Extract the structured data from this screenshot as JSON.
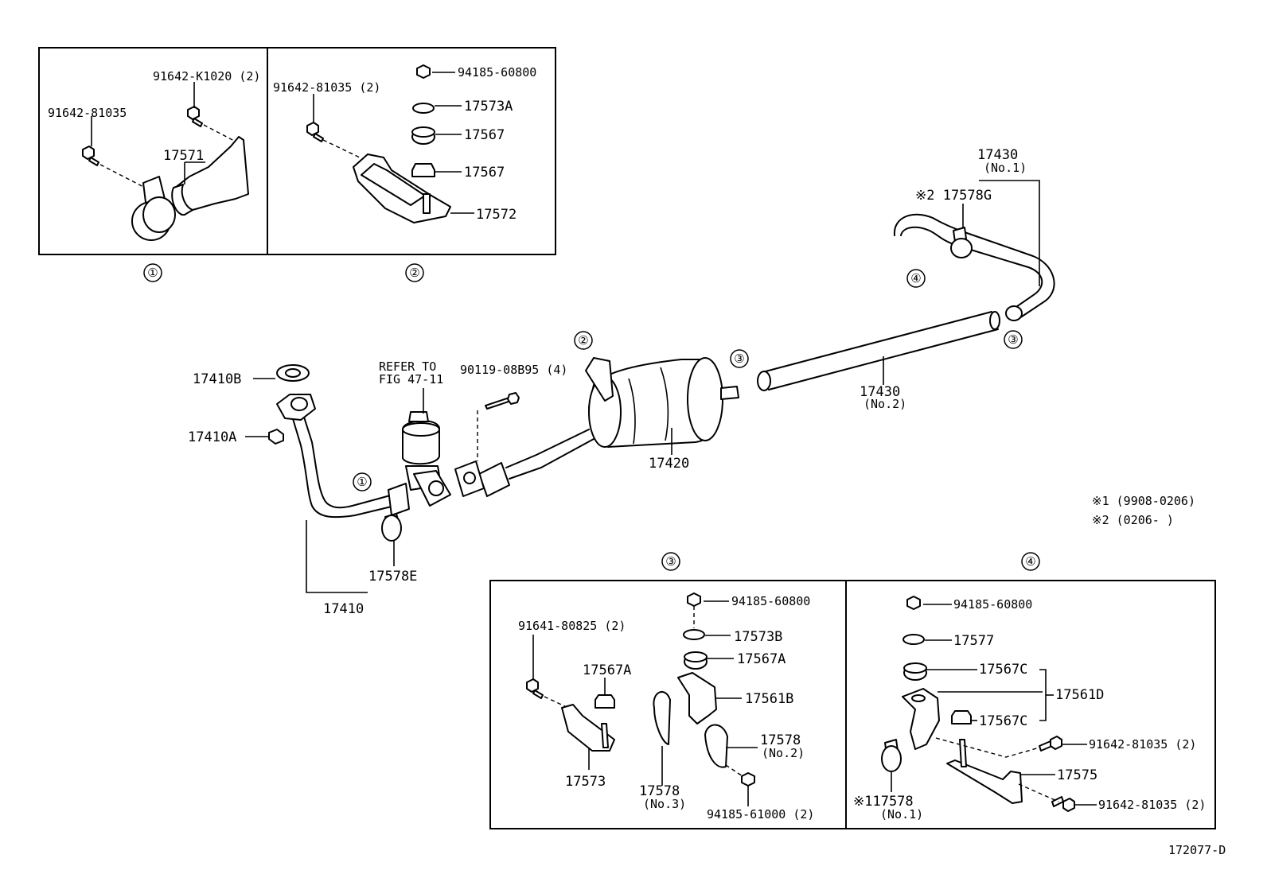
{
  "diagram": {
    "figure_id": "172077-D",
    "notes": {
      "note1": "※1 (9908-0206)",
      "note2": "※2 (0206-        )"
    },
    "boxes": {
      "b1": {
        "ref": "①",
        "labels": {
          "bolt_a": "91642-K1020 (2)",
          "bolt_b": "91642-81035",
          "bracket": "17571"
        }
      },
      "b2": {
        "ref": "②",
        "labels": {
          "bolt": "91642-81035 (2)",
          "nut": "94185-60800",
          "washer": "17573A",
          "cushion1": "17567",
          "cushion2": "17567",
          "bracket": "17572"
        }
      },
      "b3": {
        "ref": "③",
        "labels": {
          "bolt": "91641-80825 (2)",
          "nut": "94185-60800",
          "washer": "17573B",
          "cushion_a": "17567A",
          "cushion_a2": "17567A",
          "support": "17561B",
          "clamp2": "17578",
          "clamp2_sub": "(No.2)",
          "bracket": "17573",
          "clamp3": "17578",
          "clamp3_sub": "(No.3)",
          "nut2": "94185-61000 (2)"
        }
      },
      "b4": {
        "ref": "④",
        "labels": {
          "nut": "94185-60800",
          "washer": "17577",
          "cushion_c1": "17567C",
          "support": "17561D",
          "cushion_c2": "17567C",
          "bolt1": "91642-81035 (2)",
          "bracket": "17575",
          "bolt2": "91642-81035 (2)",
          "clamp": "※117578",
          "clamp_sub": "(No.1)"
        }
      }
    },
    "main": {
      "gasket": "17410B",
      "nut": "17410A",
      "refer1": "REFER TO",
      "refer2": "FIG 47-11",
      "bolt": "90119-08B95 (4)",
      "clamp_e": "17578E",
      "front_pipe": "17410",
      "muffler": "17420",
      "tail_no2": "17430",
      "tail_no2_sub": "(No.2)",
      "tail_no1": "17430",
      "tail_no1_sub": "(No.1)",
      "clamp_g": "※2 17578G",
      "ref1": "①",
      "ref2": "②",
      "ref3a": "③",
      "ref3b": "③",
      "ref4": "④"
    }
  }
}
